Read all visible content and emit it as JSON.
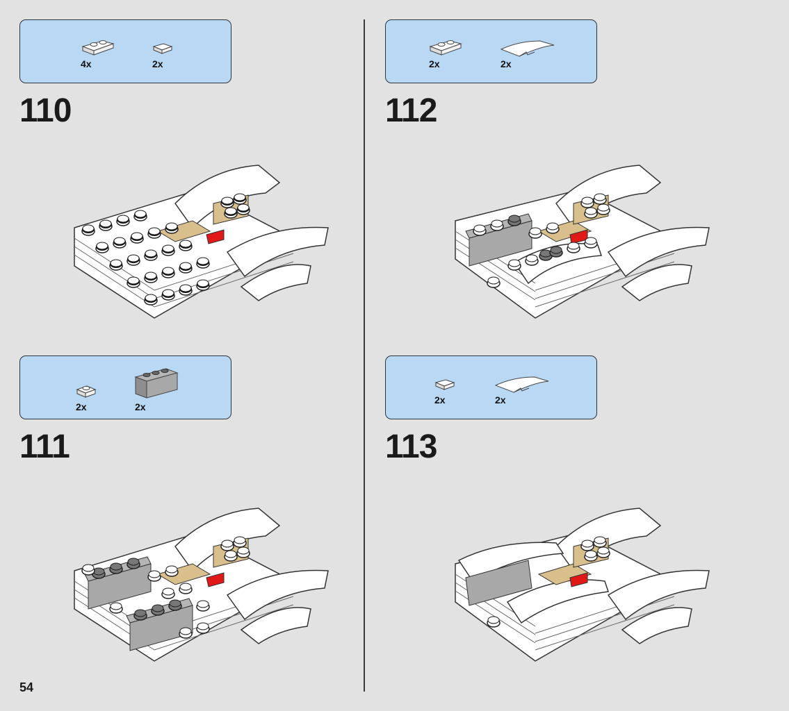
{
  "page_number": "54",
  "steps": [
    {
      "number": "110",
      "parts": [
        {
          "qty": "4x",
          "icon": "plate-1x2-white-icon"
        },
        {
          "qty": "2x",
          "icon": "tile-1x1-white-icon"
        }
      ]
    },
    {
      "number": "111",
      "parts": [
        {
          "qty": "2x",
          "icon": "plate-1x1-white-icon"
        },
        {
          "qty": "2x",
          "icon": "brick-1x3-gray-icon"
        }
      ]
    },
    {
      "number": "112",
      "parts": [
        {
          "qty": "2x",
          "icon": "plate-1x2-white-icon"
        },
        {
          "qty": "2x",
          "icon": "curved-slope-white-icon"
        }
      ]
    },
    {
      "number": "113",
      "parts": [
        {
          "qty": "2x",
          "icon": "tile-1x1-white-icon"
        },
        {
          "qty": "2x",
          "icon": "curved-slope-white-icon"
        }
      ]
    }
  ],
  "colors": {
    "parts_panel": "#b9d8f4",
    "white_brick": "#ffffff",
    "tan": "#d9bf8c",
    "gray": "#a8a8a8",
    "red": "#e01818"
  }
}
